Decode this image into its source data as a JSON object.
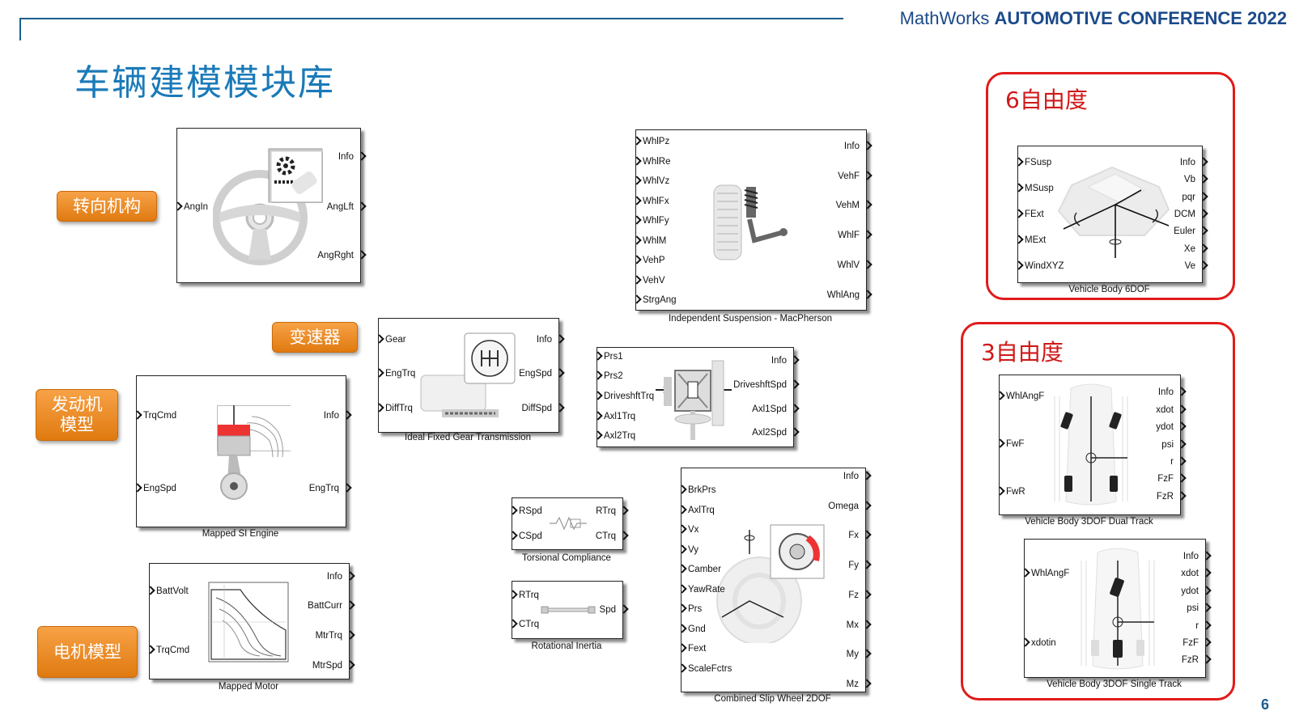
{
  "header": {
    "brand": "MathWorks",
    "conference": "AUTOMOTIVE CONFERENCE 2022"
  },
  "title": "车辆建模模块库",
  "page_number": "6",
  "labels": {
    "steering": "转向机构",
    "transmission": "变速器",
    "engine": "发动机\n模型",
    "motor": "电机模型"
  },
  "groups": {
    "six_dof": "6自由度",
    "three_dof": "3自由度"
  },
  "blocks": {
    "steering": {
      "inputs": [
        "AngIn"
      ],
      "outputs": [
        "Info",
        "AngLft",
        "AngRght"
      ]
    },
    "engine": {
      "caption": "Mapped SI Engine",
      "inputs": [
        "TrqCmd",
        "EngSpd"
      ],
      "outputs": [
        "Info",
        "EngTrq"
      ]
    },
    "motor": {
      "caption": "Mapped Motor",
      "inputs": [
        "BattVolt",
        "TrqCmd"
      ],
      "outputs": [
        "Info",
        "BattCurr",
        "MtrTrq",
        "MtrSpd"
      ]
    },
    "transmission": {
      "caption": "Ideal Fixed Gear Transmission",
      "inputs": [
        "Gear",
        "EngTrq",
        "DiffTrq"
      ],
      "outputs": [
        "Info",
        "EngSpd",
        "DiffSpd"
      ]
    },
    "suspension": {
      "caption": "Independent Suspension - MacPherson",
      "inputs": [
        "WhlPz",
        "WhlRe",
        "WhlVz",
        "WhlFx",
        "WhlFy",
        "WhlM",
        "VehP",
        "VehV",
        "StrgAng"
      ],
      "outputs": [
        "Info",
        "VehF",
        "VehM",
        "WhlF",
        "WhlV",
        "WhlAng"
      ]
    },
    "differential": {
      "inputs": [
        "Prs1",
        "Prs2",
        "DriveshftTrq",
        "Axl1Trq",
        "Axl2Trq"
      ],
      "outputs": [
        "Info",
        "DriveshftSpd",
        "Axl1Spd",
        "Axl2Spd"
      ]
    },
    "torsional": {
      "caption": "Torsional Compliance",
      "inputs": [
        "RSpd",
        "CSpd"
      ],
      "outputs": [
        "RTrq",
        "CTrq"
      ]
    },
    "inertia": {
      "caption": "Rotational Inertia",
      "inputs": [
        "RTrq",
        "CTrq"
      ],
      "outputs": [
        "Spd"
      ]
    },
    "wheel": {
      "caption": "Combined Slip Wheel 2DOF",
      "inputs": [
        "BrkPrs",
        "AxlTrq",
        "Vx",
        "Vy",
        "Camber",
        "YawRate",
        "Prs",
        "Gnd",
        "Fext",
        "ScaleFctrs"
      ],
      "outputs": [
        "Info",
        "Omega",
        "Fx",
        "Fy",
        "Fz",
        "Mx",
        "My",
        "Mz"
      ]
    },
    "body6dof": {
      "caption": "Vehicle Body 6DOF",
      "inputs": [
        "FSusp",
        "MSusp",
        "FExt",
        "MExt",
        "WindXYZ"
      ],
      "outputs": [
        "Info",
        "Vb",
        "pqr",
        "DCM",
        "Euler",
        "Xe",
        "Ve"
      ]
    },
    "body3dof_dual": {
      "caption": "Vehicle Body 3DOF Dual Track",
      "inputs": [
        "WhlAngF",
        "FwF",
        "FwR"
      ],
      "outputs": [
        "Info",
        "xdot",
        "ydot",
        "psi",
        "r",
        "FzF",
        "FzR"
      ]
    },
    "body3dof_single": {
      "caption": "Vehicle Body 3DOF Single Track",
      "inputs": [
        "WhlAngF",
        "xdotin"
      ],
      "outputs": [
        "Info",
        "xdot",
        "ydot",
        "psi",
        "r",
        "FzF",
        "FzR"
      ]
    }
  },
  "colors": {
    "title_blue": "#1a7ab8",
    "header_blue": "#1b4a8a",
    "orange": "#e8861f",
    "red_group": "#e01b1b"
  }
}
